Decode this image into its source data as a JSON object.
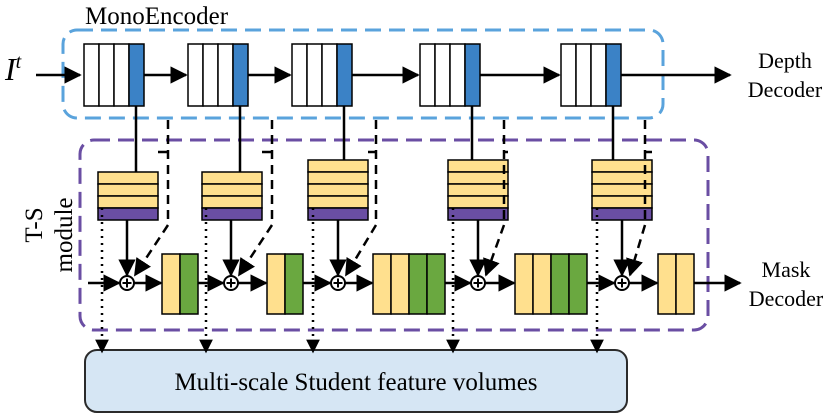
{
  "labels": {
    "encoder_title": "MonoEncoder",
    "input_main": "I",
    "input_sup": "t",
    "depth_out_1": "Depth",
    "depth_out_2": "Decoder",
    "ts_module_1": "T-S",
    "ts_module_2": "module",
    "mask_out_1": "Mask",
    "mask_out_2": "Decoder",
    "student_box": "Multi-scale Student feature volumes"
  },
  "colors": {
    "encoder_border": "#5aa3dc",
    "ts_border": "#6a4ea3",
    "encoder_feature": "#3b82c6",
    "teacher_stripe": "#ffe08e",
    "teacher_bottom": "#6a4ea3",
    "fusion_yellow": "#ffe08e",
    "fusion_green": "#6aa840",
    "student_fill": "#d6e6f4",
    "student_stroke": "#2b2b2b"
  },
  "icons": {
    "sum": "circled-plus-icon"
  },
  "diagram": {
    "encoder_block_count": 5,
    "teacher_block_stripes": [
      3,
      3,
      4,
      4,
      4
    ],
    "fusion_blocks": [
      {
        "yellow": 1,
        "green": 1
      },
      {
        "yellow": 1,
        "green": 1
      },
      {
        "yellow": 2,
        "green": 2
      },
      {
        "yellow": 2,
        "green": 2
      },
      {
        "yellow": 2,
        "green": 0
      }
    ]
  }
}
